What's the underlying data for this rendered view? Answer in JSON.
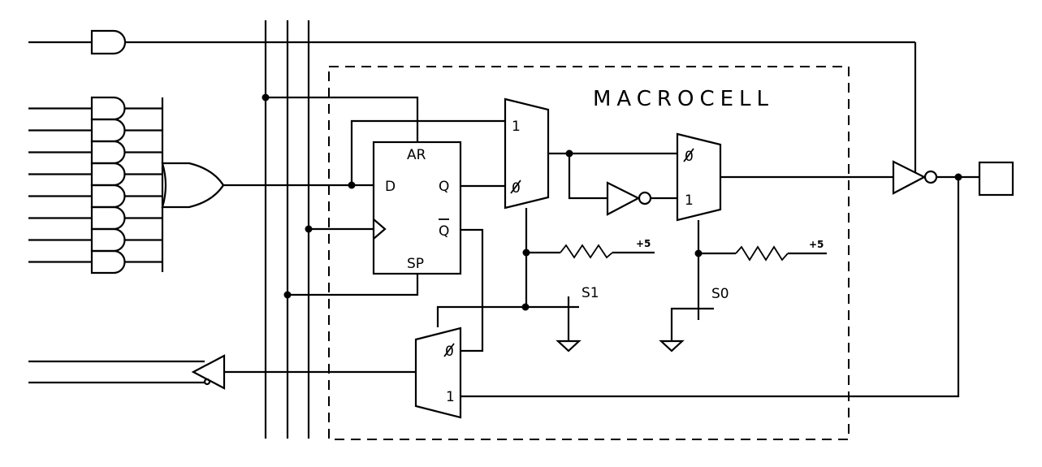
{
  "diagram": {
    "title": "MACROCELL",
    "flipflop": {
      "ar_label": "AR",
      "d_label": "D",
      "q_label": "Q",
      "qbar_label": "Q",
      "sp_label": "SP"
    },
    "mux_polarity_select": {
      "in1_label": "1",
      "in0_label": "0"
    },
    "mux_output_invert": {
      "in0_label": "0",
      "in1_label": "1"
    },
    "mux_feedback": {
      "in0_label": "0",
      "in1_label": "1"
    },
    "select_bits": {
      "s1_label": "S1",
      "s0_label": "S0"
    },
    "pullup_voltage": "+5",
    "pullup_voltage_2": "+5",
    "product_term_count": 8,
    "bus_line_count": 3
  }
}
